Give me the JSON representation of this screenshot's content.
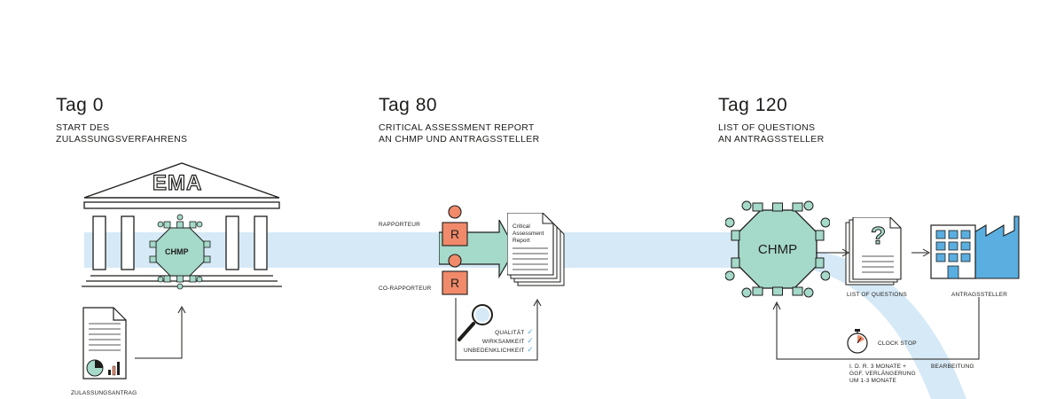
{
  "stages": [
    {
      "day": "Tag 0",
      "subtitle_line1": "START DES",
      "subtitle_line2": "ZULASSUNGSVERFAHRENS"
    },
    {
      "day": "Tag 80",
      "subtitle_line1": "CRITICAL ASSESSMENT REPORT",
      "subtitle_line2": "AN CHMP UND ANTRAGSSTELLER"
    },
    {
      "day": "Tag 120",
      "subtitle_line1": "LIST OF QUESTIONS",
      "subtitle_line2": "AN ANTRAGSSTELLER"
    }
  ],
  "ema": {
    "label": "EMA",
    "committee": "CHMP"
  },
  "application": {
    "label": "ZULASSUNGSANTRAG"
  },
  "rapporteurs": {
    "rapporteur": "RAPPORTEUR",
    "co_rapporteur": "CO-RAPPORTEUR",
    "badge": "R"
  },
  "report": {
    "line1": "Critical",
    "line2": "Assessment",
    "line3": "Report"
  },
  "criteria": [
    "QUALITÄT",
    "WIRKSAMKEIT",
    "UNBEDENKLICHKEIT"
  ],
  "committee": {
    "label": "CHMP"
  },
  "questions": {
    "label": "LIST OF QUESTIONS",
    "symbol": "?"
  },
  "applicant": {
    "label": "ANTRAGSSTELLER"
  },
  "clock_stop": {
    "label": "CLOCK STOP"
  },
  "loop": {
    "duration_line1": "I. D. R. 3 MONATE +",
    "duration_line2": "GGF. VERLÄNGERUNG",
    "duration_line3": "UM 1-3 MONATE",
    "processing": "BEARBEITUNG"
  },
  "colors": {
    "flow_band": "#d6e9f6",
    "teal": "#a5d9ca",
    "orange": "#f08a6a",
    "check": "#5aaee0",
    "outline": "#1d1d1b"
  }
}
